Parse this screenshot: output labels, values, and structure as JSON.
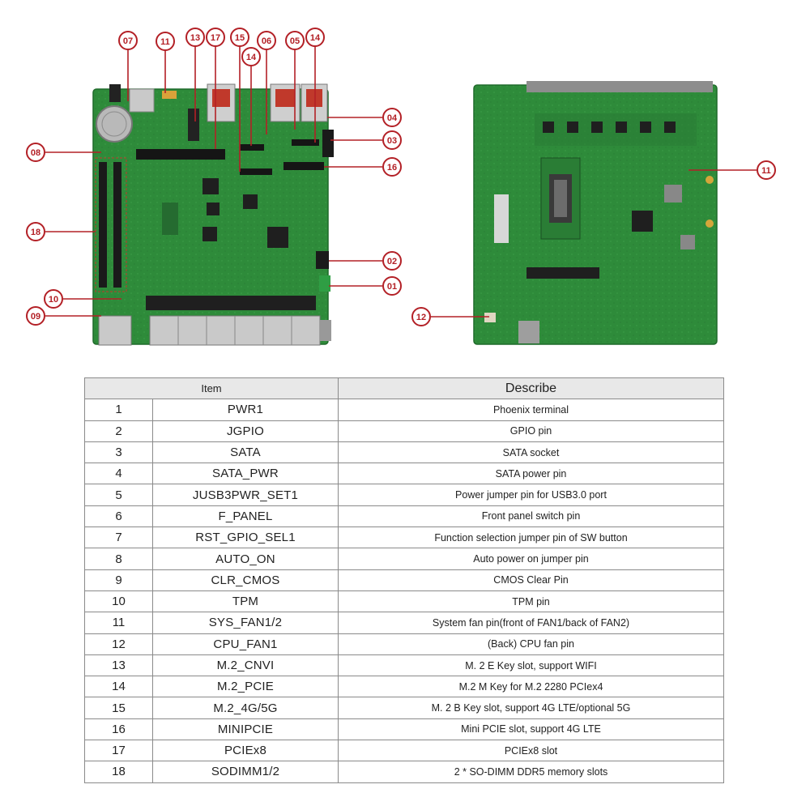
{
  "colors": {
    "pcb_green": "#2e8b3a",
    "pcb_dark": "#1f6a2a",
    "callout_red": "#b32026",
    "table_header_bg": "#e8e8e8",
    "table_border": "#8a8a8a"
  },
  "front_board_callouts": [
    "07",
    "11",
    "13",
    "17",
    "15",
    "14",
    "06",
    "05",
    "14",
    "04",
    "03",
    "16",
    "08",
    "18",
    "02",
    "01",
    "10",
    "09"
  ],
  "back_board_callouts": [
    "11",
    "12"
  ],
  "table": {
    "headers": {
      "item": "Item",
      "describe": "Describe"
    },
    "rows": [
      {
        "num": "1",
        "name": "PWR1",
        "desc": "Phoenix terminal"
      },
      {
        "num": "2",
        "name": "JGPIO",
        "desc": "GPIO pin"
      },
      {
        "num": "3",
        "name": "SATA",
        "desc": "SATA socket"
      },
      {
        "num": "4",
        "name": "SATA_PWR",
        "desc": "SATA power pin"
      },
      {
        "num": "5",
        "name": "JUSB3PWR_SET1",
        "desc": "Power jumper pin for USB3.0 port"
      },
      {
        "num": "6",
        "name": "F_PANEL",
        "desc": "Front panel switch pin"
      },
      {
        "num": "7",
        "name": "RST_GPIO_SEL1",
        "desc": "Function selection jumper pin of SW button"
      },
      {
        "num": "8",
        "name": "AUTO_ON",
        "desc": "Auto power on jumper pin"
      },
      {
        "num": "9",
        "name": "CLR_CMOS",
        "desc": "CMOS Clear Pin"
      },
      {
        "num": "10",
        "name": "TPM",
        "desc": "TPM pin"
      },
      {
        "num": "11",
        "name": "SYS_FAN1/2",
        "desc": "System fan pin(front of FAN1/back of FAN2)"
      },
      {
        "num": "12",
        "name": "CPU_FAN1",
        "desc": "(Back) CPU fan pin"
      },
      {
        "num": "13",
        "name": "M.2_CNVI",
        "desc": "M. 2 E Key slot, support WIFI"
      },
      {
        "num": "14",
        "name": "M.2_PCIE",
        "desc": "M.2 M Key for M.2 2280 PCIex4"
      },
      {
        "num": "15",
        "name": "M.2_4G/5G",
        "desc": "M. 2 B Key slot, support 4G LTE/optional 5G"
      },
      {
        "num": "16",
        "name": "MINIPCIE",
        "desc": "Mini PCIE slot, support 4G LTE"
      },
      {
        "num": "17",
        "name": "PCIEx8",
        "desc": "PCIEx8 slot"
      },
      {
        "num": "18",
        "name": "SODIMM1/2",
        "desc": "2 * SO-DIMM DDR5 memory slots"
      }
    ]
  }
}
